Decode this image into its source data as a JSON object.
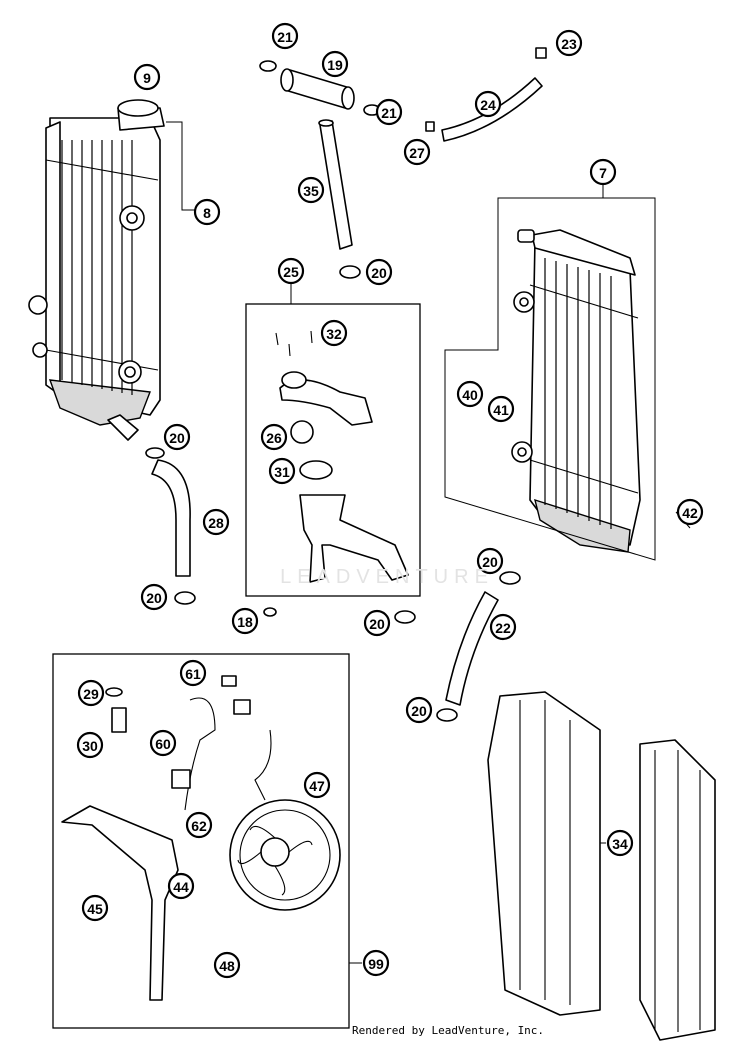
{
  "diagram": {
    "callouts": [
      {
        "label": "9"
      },
      {
        "label": "8"
      },
      {
        "label": "21"
      },
      {
        "label": "19"
      },
      {
        "label": "21"
      },
      {
        "label": "23"
      },
      {
        "label": "24"
      },
      {
        "label": "27"
      },
      {
        "label": "35"
      },
      {
        "label": "7"
      },
      {
        "label": "20"
      },
      {
        "label": "25"
      },
      {
        "label": "32"
      },
      {
        "label": "26"
      },
      {
        "label": "31"
      },
      {
        "label": "40"
      },
      {
        "label": "41"
      },
      {
        "label": "42"
      },
      {
        "label": "20"
      },
      {
        "label": "28"
      },
      {
        "label": "20"
      },
      {
        "label": "18"
      },
      {
        "label": "20"
      },
      {
        "label": "20"
      },
      {
        "label": "22"
      },
      {
        "label": "20"
      },
      {
        "label": "61"
      },
      {
        "label": "29"
      },
      {
        "label": "30"
      },
      {
        "label": "60"
      },
      {
        "label": "47"
      },
      {
        "label": "62"
      },
      {
        "label": "34"
      },
      {
        "label": "45"
      },
      {
        "label": "44"
      },
      {
        "label": "48"
      },
      {
        "label": "99"
      }
    ]
  },
  "watermark": "LEADVENTURE",
  "credit": "Rendered by LeadVenture, Inc."
}
